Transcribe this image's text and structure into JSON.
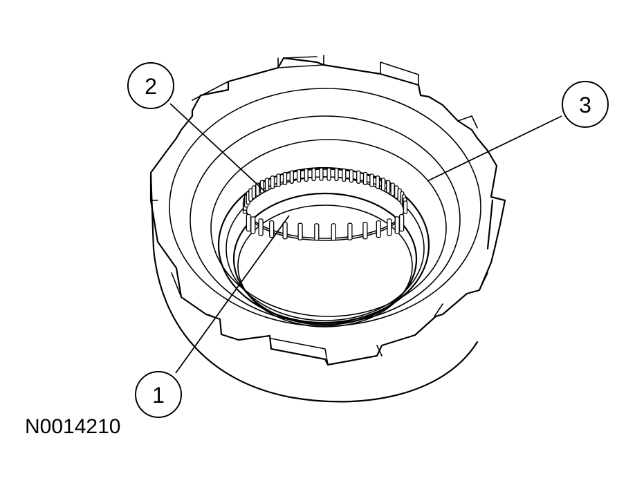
{
  "diagram": {
    "figure_id": "N0014210",
    "callouts": [
      {
        "label": "1",
        "part": "inner-bearing-race"
      },
      {
        "label": "2",
        "part": "needle-roller-bearing"
      },
      {
        "label": "3",
        "part": "clutch-drum-hub"
      }
    ],
    "line_color": "#000000",
    "background_color": "#ffffff"
  }
}
